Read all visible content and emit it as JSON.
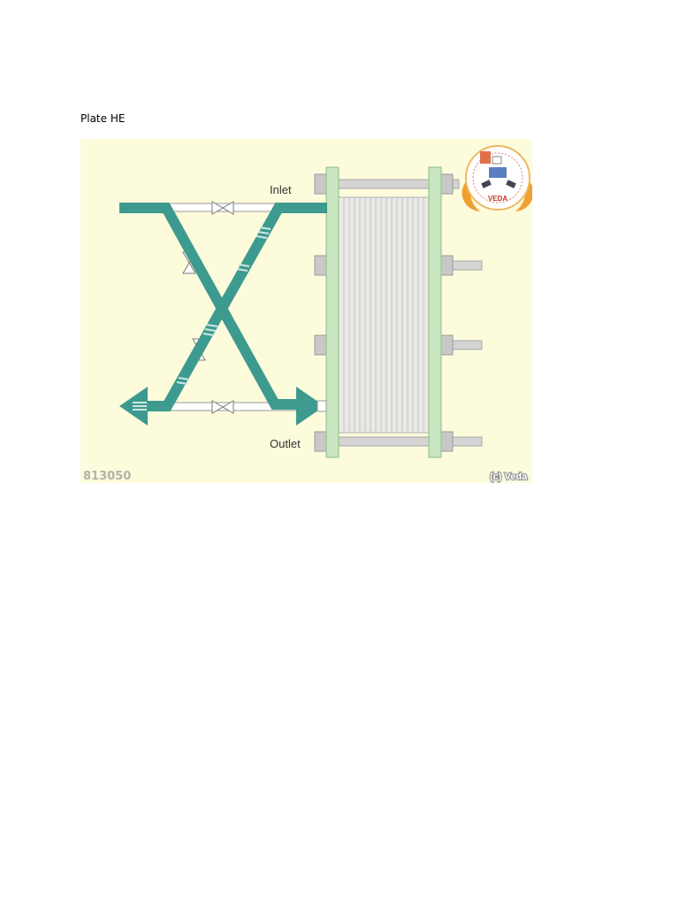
{
  "document": {
    "heading": "Plate HE"
  },
  "figure": {
    "labels": {
      "inlet": "Inlet",
      "outlet": "Outlet",
      "figure_id": "813050",
      "copyright": "(c) Veda"
    },
    "logo_text": "VEDA",
    "colors": {
      "background": "#fcfbdc",
      "pipe": "#3d9a8e",
      "frame": "#c8e6c0",
      "rods": "#d4d4d4",
      "plates": "#e9e9e6",
      "logo_flame": "#f0a030",
      "watermark": "#b3b3a8"
    }
  }
}
